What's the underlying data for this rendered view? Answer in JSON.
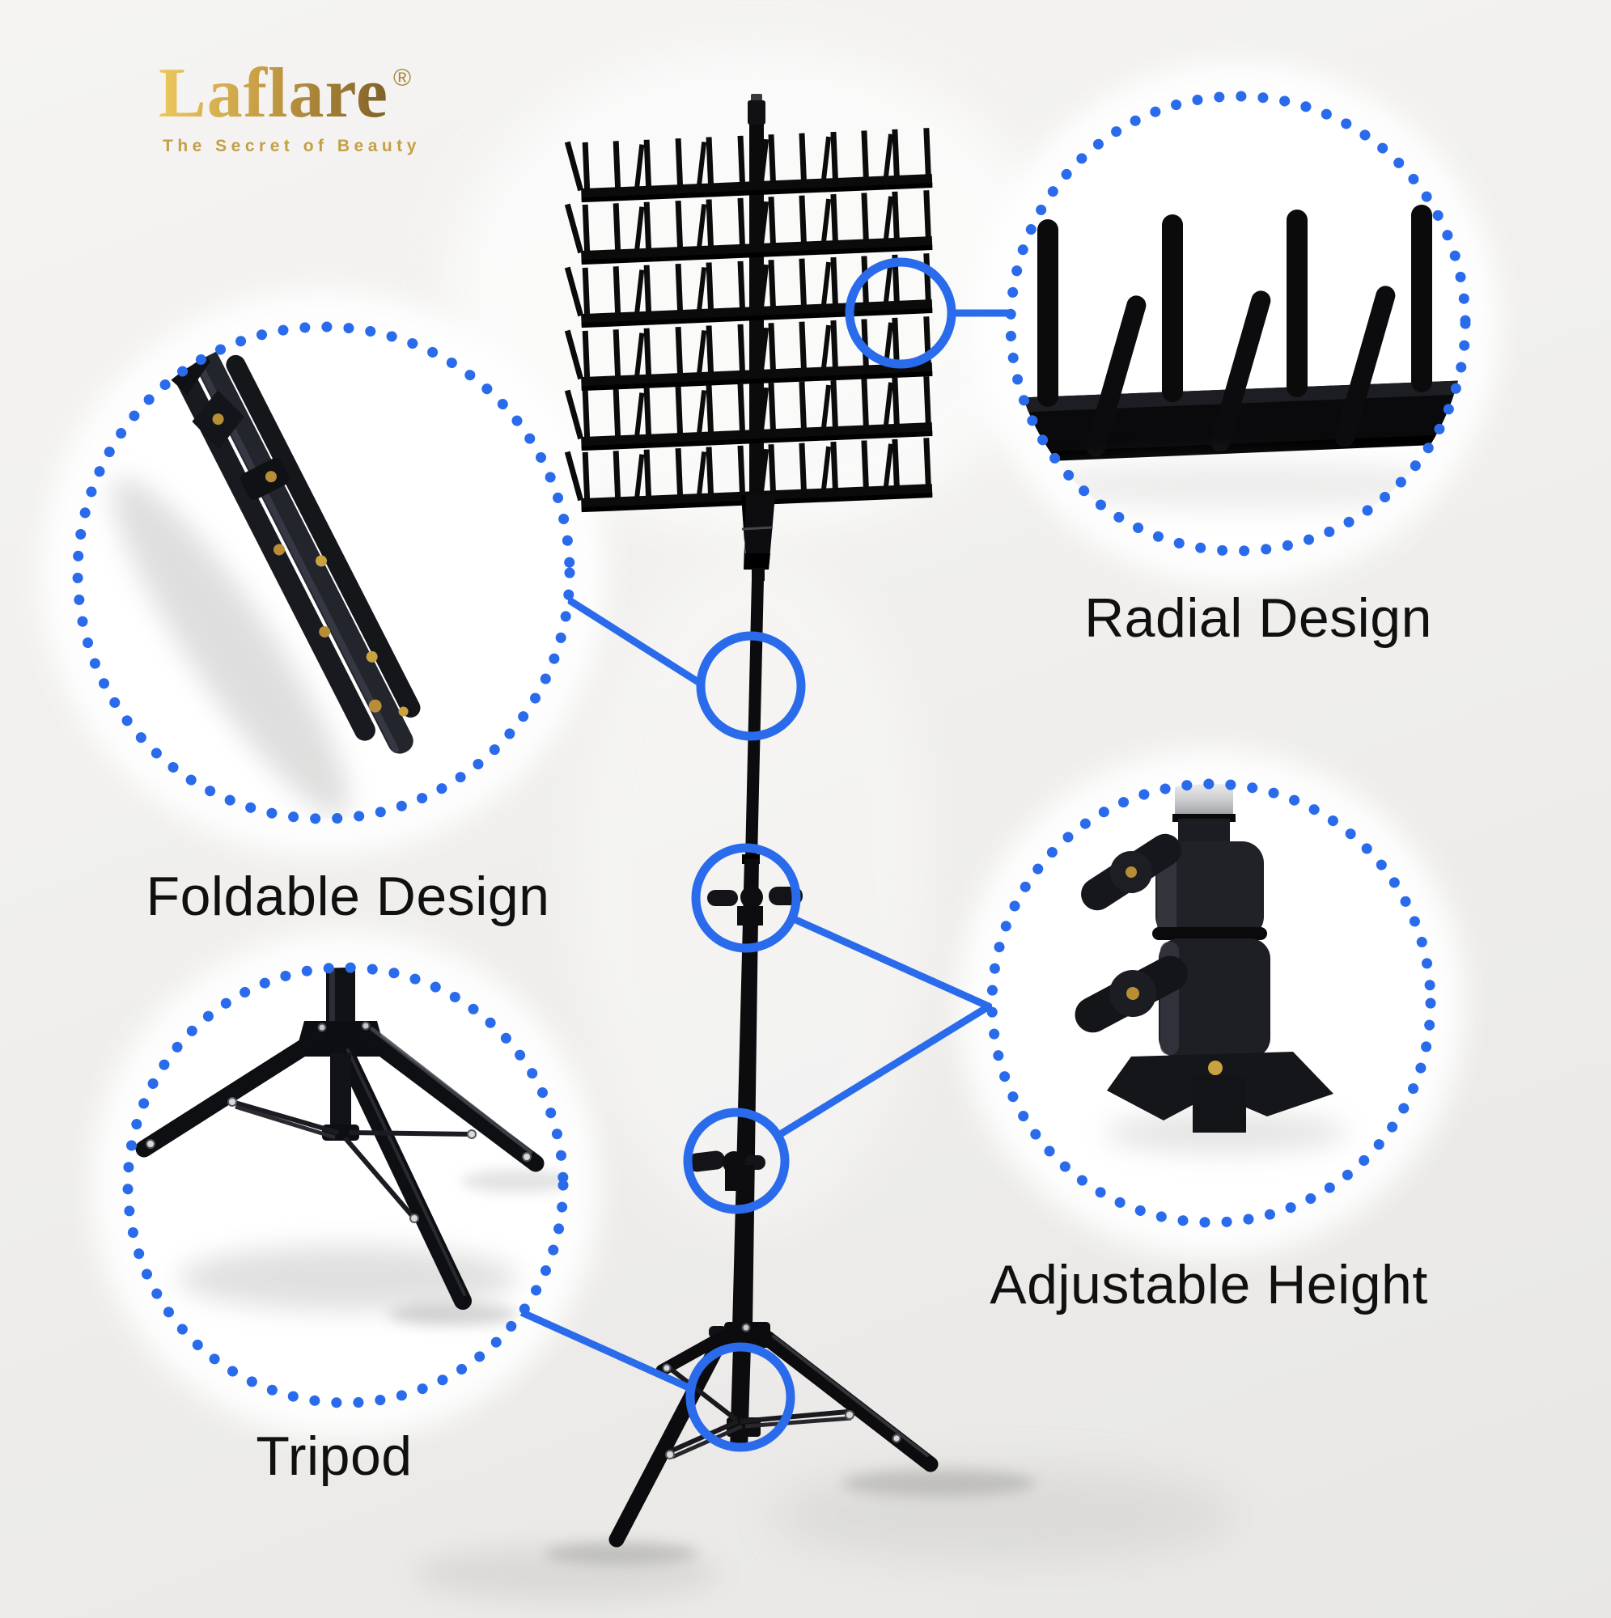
{
  "brand": {
    "name": "Laflare",
    "registered_mark": "®",
    "tagline": "The Secret of Beauty"
  },
  "features": [
    {
      "id": "radial",
      "label": "Radial Design"
    },
    {
      "id": "foldable",
      "label": "Foldable Design"
    },
    {
      "id": "tripod",
      "label": "Tripod"
    },
    {
      "id": "adjustable",
      "label": "Adjustable Height"
    }
  ],
  "colors": {
    "accent_blue": "#2A6BEB",
    "background": "#F1F0EE",
    "label_text": "#101010",
    "logo_gold_light": "#ECC85D",
    "logo_gold_dark": "#7F6027",
    "product_black": "#0B0B0C",
    "gold_screw": "#B98D35"
  }
}
